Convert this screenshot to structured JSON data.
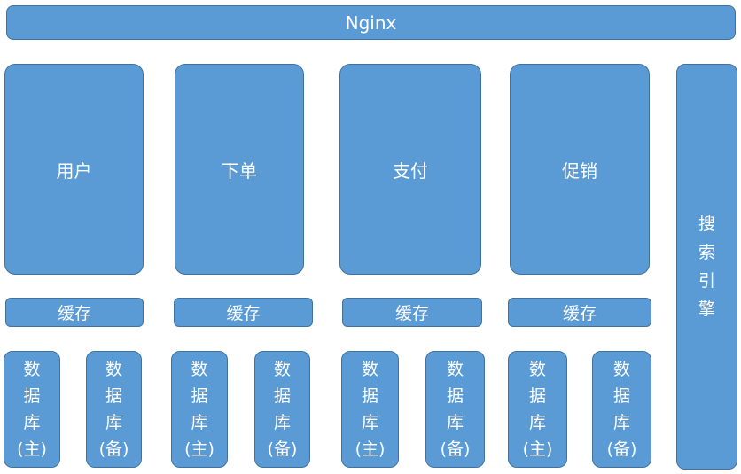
{
  "diagram": {
    "description": "web architecture diagram",
    "colors": {
      "box_fill": "#5b9bd5",
      "box_border": "#41719c",
      "text": "#ffffff",
      "background": "#ffffff"
    },
    "gateway": {
      "label": "Nginx"
    },
    "services": [
      {
        "label": "用户"
      },
      {
        "label": "下单"
      },
      {
        "label": "支付"
      },
      {
        "label": "促销"
      }
    ],
    "search_engine": {
      "label": "搜索引擎",
      "lines": [
        "搜",
        "索",
        "引",
        "擎"
      ]
    },
    "caches": [
      {
        "label": "缓存"
      },
      {
        "label": "缓存"
      },
      {
        "label": "缓存"
      },
      {
        "label": "缓存"
      }
    ],
    "databases": [
      {
        "label": "数据库(主)",
        "lines": [
          "数",
          "据",
          "库",
          "(主)"
        ]
      },
      {
        "label": "数据库(备)",
        "lines": [
          "数",
          "据",
          "库",
          "(备)"
        ]
      },
      {
        "label": "数据库(主)",
        "lines": [
          "数",
          "据",
          "库",
          "(主)"
        ]
      },
      {
        "label": "数据库(备)",
        "lines": [
          "数",
          "据",
          "库",
          "(备)"
        ]
      },
      {
        "label": "数据库(主)",
        "lines": [
          "数",
          "据",
          "库",
          "(主)"
        ]
      },
      {
        "label": "数据库(备)",
        "lines": [
          "数",
          "据",
          "库",
          "(备)"
        ]
      },
      {
        "label": "数据库(主)",
        "lines": [
          "数",
          "据",
          "库",
          "(主)"
        ]
      },
      {
        "label": "数据库(备)",
        "lines": [
          "数",
          "据",
          "库",
          "(备)"
        ]
      }
    ]
  }
}
